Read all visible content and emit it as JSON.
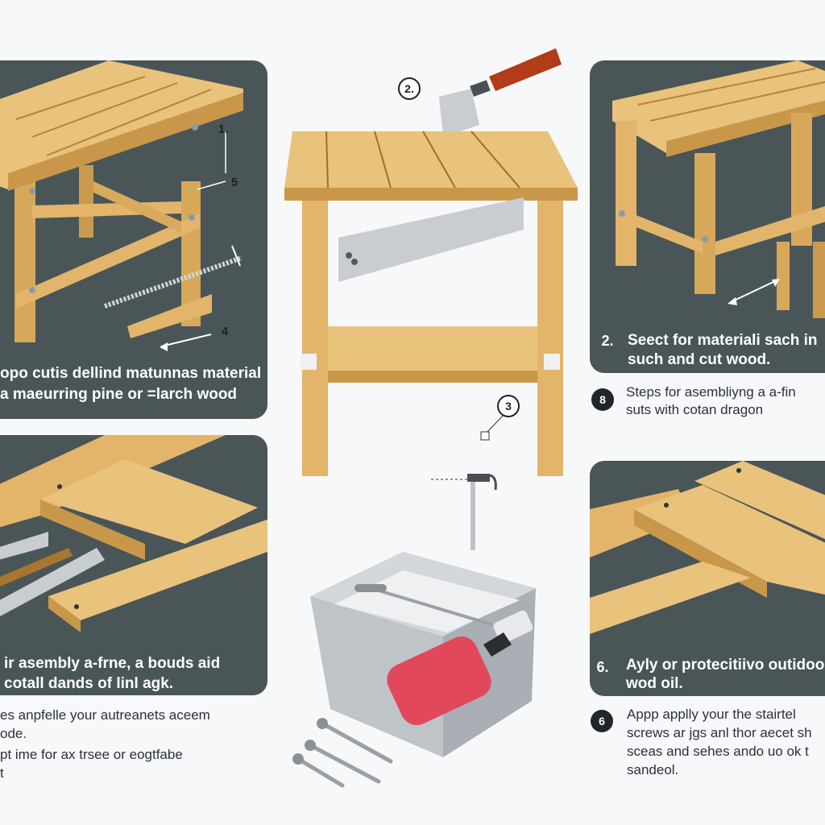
{
  "colors": {
    "panel": "#4a5558",
    "wood_light": "#e9c27c",
    "wood_mid": "#d7a85a",
    "wood_dark": "#a8772e",
    "metal": "#c9cdd2",
    "handle": "#b23b18",
    "bottle": "#e2485c",
    "badge": "#22262c"
  },
  "steps": {
    "tl_marker_1": "1.",
    "tl_marker_5": "5",
    "tl_marker_4": "4",
    "center_marker_2": "2.",
    "center_marker_3": "3",
    "tr_marker_2": "2.",
    "tr_marker_8": "8",
    "br_marker_6a": "6.",
    "br_marker_6b": "6"
  },
  "captions": {
    "top_left_line1": "opo cutis dellind matunnas material",
    "top_left_line2": "a maeurring pine or =larch wood",
    "top_right_line1": "Seect for materiali sach in",
    "top_right_line2": "such and cut wood.",
    "top_right_note_line1": "Steps for asembliyng a a-fin",
    "top_right_note_line2": "suts with cotan dragon",
    "mid_left_line1": "ir asembly a-frne, a bouds aid",
    "mid_left_line2": "cotall dands of linl agk.",
    "bottom_left_line1": "es anpfelle your autreanets aceem",
    "bottom_left_line2": "ode.",
    "bottom_left_line3": "pt ime for ax trsee or eogtfabe",
    "bottom_left_line4": "t",
    "bottom_right_panel_line1": "Ayly or protecitiivo outidoo",
    "bottom_right_panel_line2": "wod oil.",
    "bottom_right_note_line1": "Appp applly your the stairtel",
    "bottom_right_note_line2": "screws ar jgs anl thor aecet sh",
    "bottom_right_note_line3": "sceas and sehes ando uo ok t",
    "bottom_right_note_line4": "sandeol."
  },
  "icons": [
    "bench-illustration",
    "saw-blade-icon",
    "hammer-icon",
    "screws-icon",
    "oil-bottle-icon",
    "metal-tray-icon",
    "putty-knife-icon"
  ]
}
